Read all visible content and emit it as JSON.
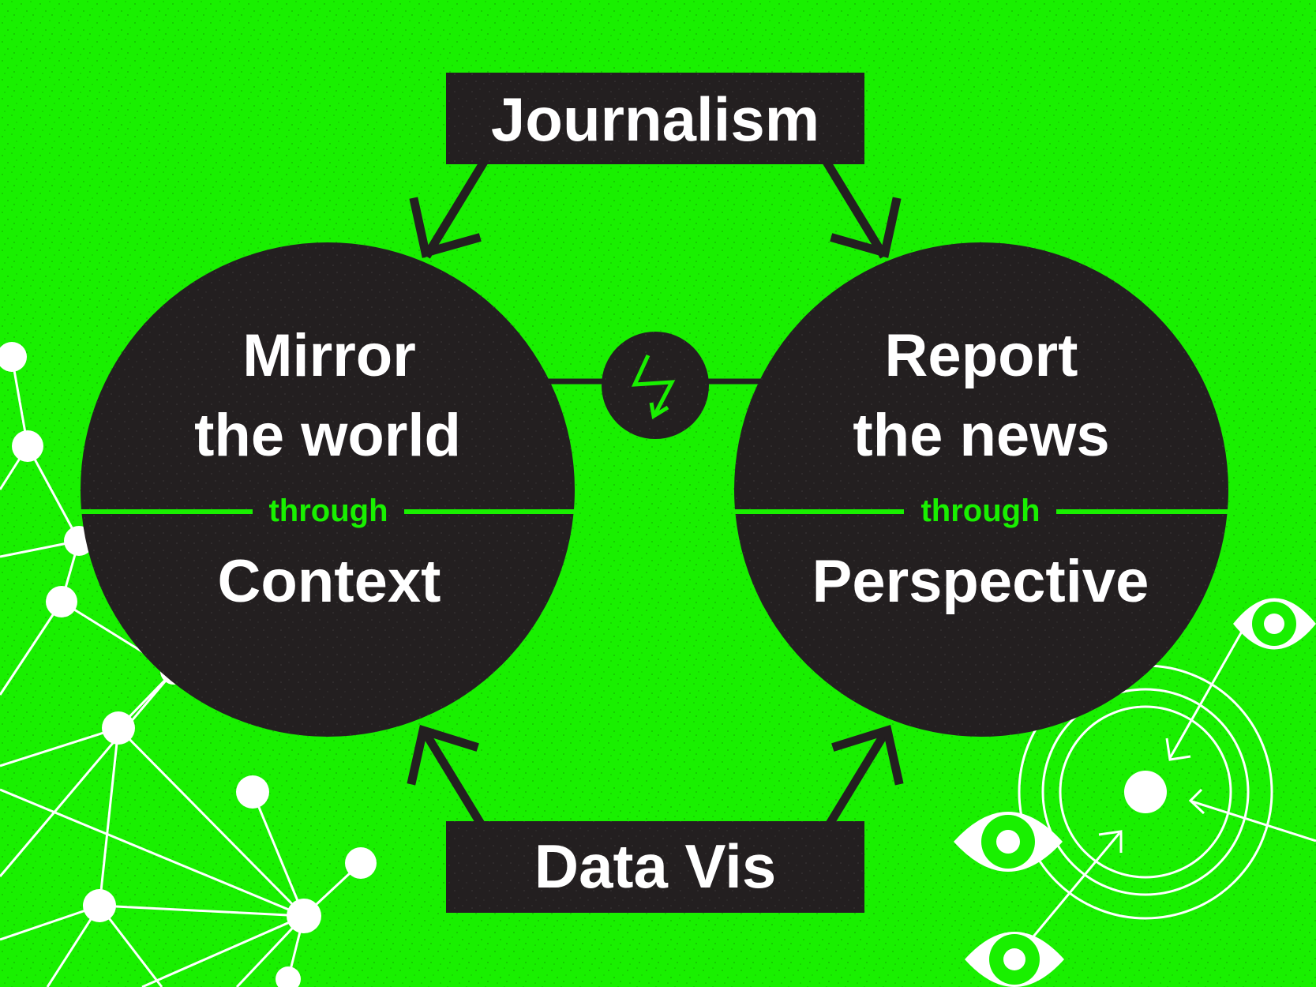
{
  "diagram": {
    "top_box": {
      "label": "Journalism"
    },
    "bottom_box": {
      "label": "Data Vis"
    },
    "left_circle": {
      "line1": "Mirror",
      "line2": "the world",
      "connector": "through",
      "bottom": "Context"
    },
    "right_circle": {
      "line1": "Report",
      "line2": "the news",
      "connector": "through",
      "bottom": "Perspective"
    },
    "center_icon": "lightning-bolt-icon"
  },
  "colors": {
    "background": "#19f000",
    "dark": "#231f20",
    "white": "#ffffff",
    "accent": "#19f000"
  }
}
